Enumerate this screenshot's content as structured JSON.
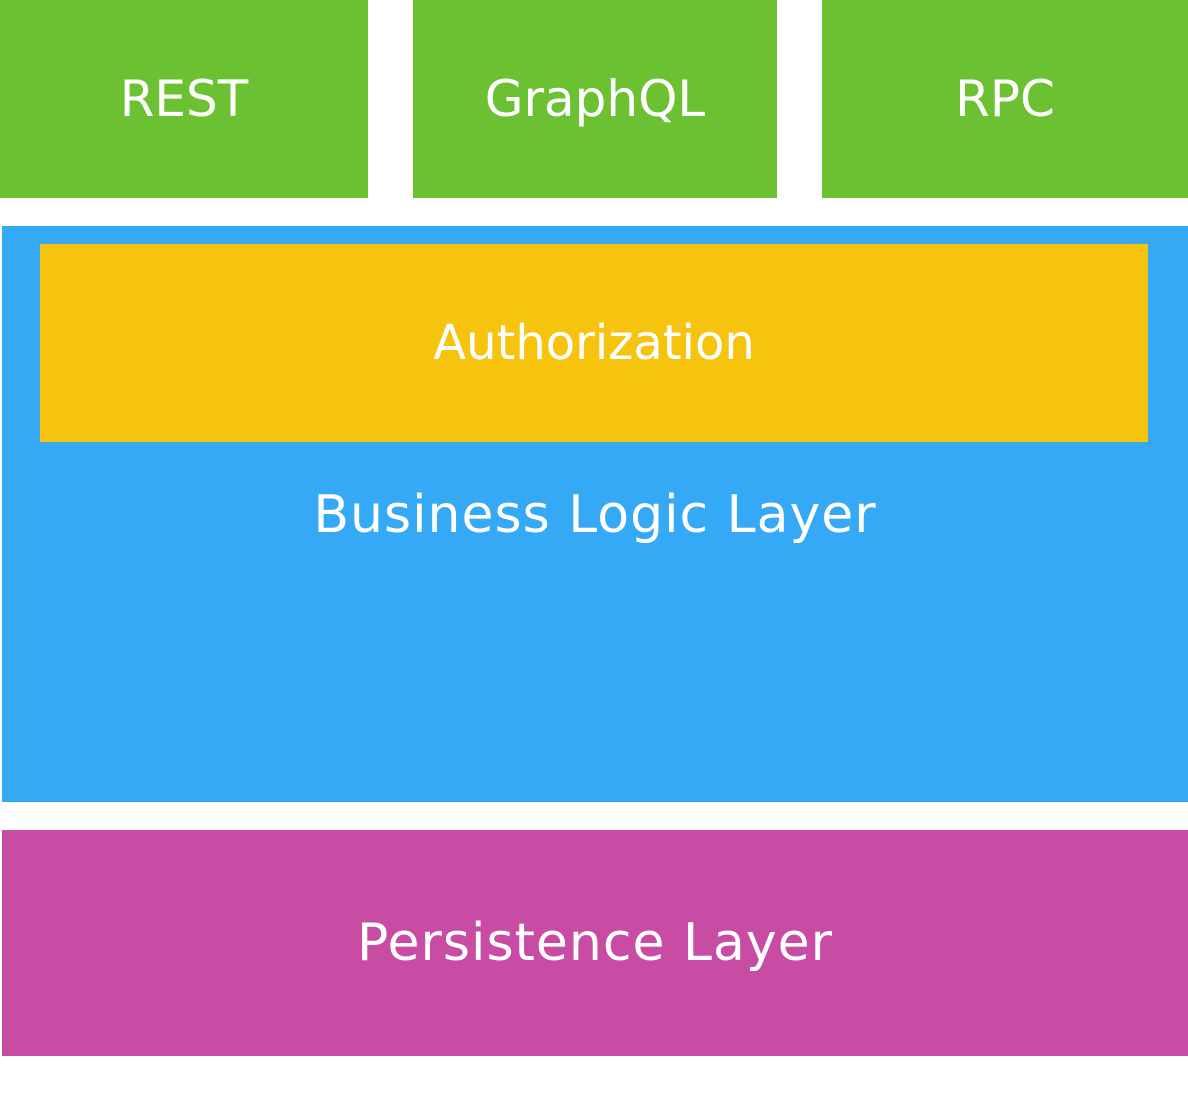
{
  "colors": {
    "api": "#6cc133",
    "business": "#35a9f6",
    "authorization": "#f6c30f",
    "persistence": "#c84ca3",
    "text": "#ffffff",
    "background": "#ffffff"
  },
  "api_layer": {
    "items": [
      {
        "label": "REST"
      },
      {
        "label": "GraphQL"
      },
      {
        "label": "RPC"
      }
    ]
  },
  "business_layer": {
    "label": "Business Logic Layer",
    "authorization": {
      "label": "Authorization"
    }
  },
  "persistence_layer": {
    "label": "Persistence Layer"
  }
}
